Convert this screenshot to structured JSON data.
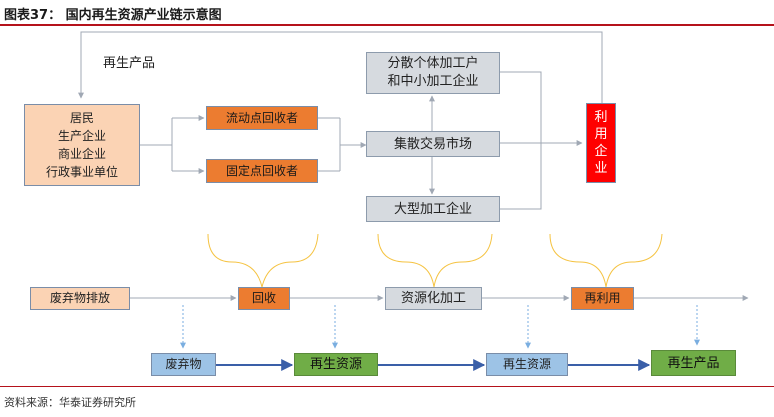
{
  "title": "图表37：  国内再生资源产业链示意图",
  "source": "资料来源：华泰证券研究所",
  "labels": {
    "regen_products_top": "再生产品"
  },
  "nodes": {
    "residents": [
      "居民",
      "生产企业",
      "商业企业",
      "行政事业单位"
    ],
    "mobile_collectors": "流动点回收者",
    "fixed_collectors": "固定点回收者",
    "distributed_processors": [
      "分散个体加工户",
      "和中小加工企业"
    ],
    "market": "集散交易市场",
    "large_processors": "大型加工企业",
    "utilization": [
      "利",
      "用",
      "企",
      "业"
    ],
    "waste_discharge": "废弃物排放",
    "recycle": "回收",
    "resource_processing": "资源化加工",
    "reuse": "再利用",
    "waste": "废弃物",
    "renewable_1": "再生资源",
    "renewable_2": "再生资源",
    "regen_product": "再生产品"
  },
  "colors": {
    "accent_red": "#b5121b",
    "peach": "#fbd3b4",
    "orange": "#ec7c30",
    "grey": "#d6dadf",
    "blue": "#9dc3e6",
    "green": "#70ad47",
    "red": "#ff0000",
    "brace": "#f5c342"
  }
}
